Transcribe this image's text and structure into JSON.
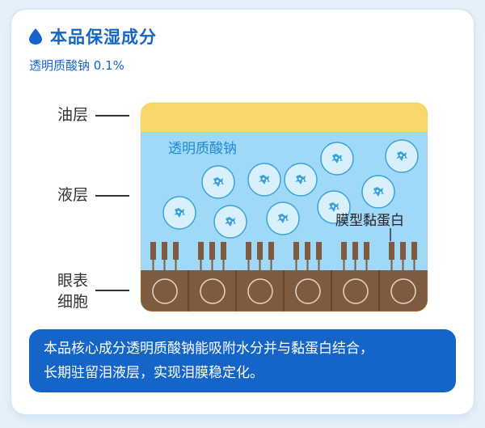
{
  "header": {
    "icon": "water-drop-icon",
    "title": "本品保湿成分",
    "subtitle": "透明质酸钠 0.1%"
  },
  "layers": {
    "oil": "油层",
    "aqueous": "液层",
    "cells_line1": "眼表",
    "cells_line2": "细胞"
  },
  "annotations": {
    "hyaluronate": "透明质酸钠",
    "mucin": "膜型黏蛋白"
  },
  "callout": {
    "line1": "本品核心成分透明质酸钠能吸附水分并与黏蛋白结合，",
    "line2": "长期驻留泪液层，实现泪膜稳定化。"
  },
  "colors": {
    "accent": "#1565c9",
    "oil_layer": "#f9d76b",
    "aqueous_layer": "#9fd9f7",
    "cells": "#7e5a3f",
    "mucin": "#7e5a3f",
    "molecule_fill": "#d7f0fb",
    "molecule_stroke": "#3aa3dc"
  }
}
